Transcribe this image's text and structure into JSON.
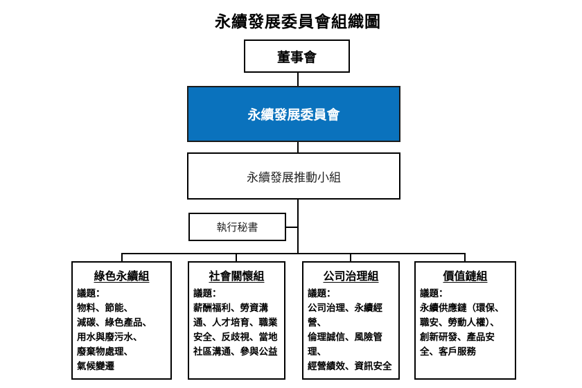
{
  "title": "永續發展委員會組織圖",
  "colors": {
    "committee_bg": "#0A72BD",
    "line_color": "#000000"
  },
  "nodes": {
    "board": {
      "label": "董事會"
    },
    "committee": {
      "label": "永續發展委員會"
    },
    "taskforce": {
      "label": "永續發展推動小組"
    },
    "secretary": {
      "label": "執行秘書"
    }
  },
  "groups": [
    {
      "title": "綠色永續組",
      "body": [
        "議題：",
        "物料、節能、",
        "減碳、綠色產品、",
        "用水與廢污水、",
        "廢棄物處理、",
        "氣候變遷"
      ]
    },
    {
      "title": "社會關懷組",
      "body": [
        "議題：",
        "薪酬福利、勞資溝",
        "通、人才培育、職業",
        "安全、反歧視、當地",
        "社區溝通、參與公益"
      ]
    },
    {
      "title": "公司治理組",
      "body": [
        "議題：",
        "公司治理、永續經",
        "營、",
        "倫理誠信、風險管",
        "理、",
        "經營績效、資訊安全"
      ]
    },
    {
      "title": "價值鏈組",
      "body": [
        "議題：",
        "永續供應鏈（環保、",
        "職安、勞動人權）、",
        "創新研發、產品安",
        "全、客戶服務"
      ]
    }
  ]
}
